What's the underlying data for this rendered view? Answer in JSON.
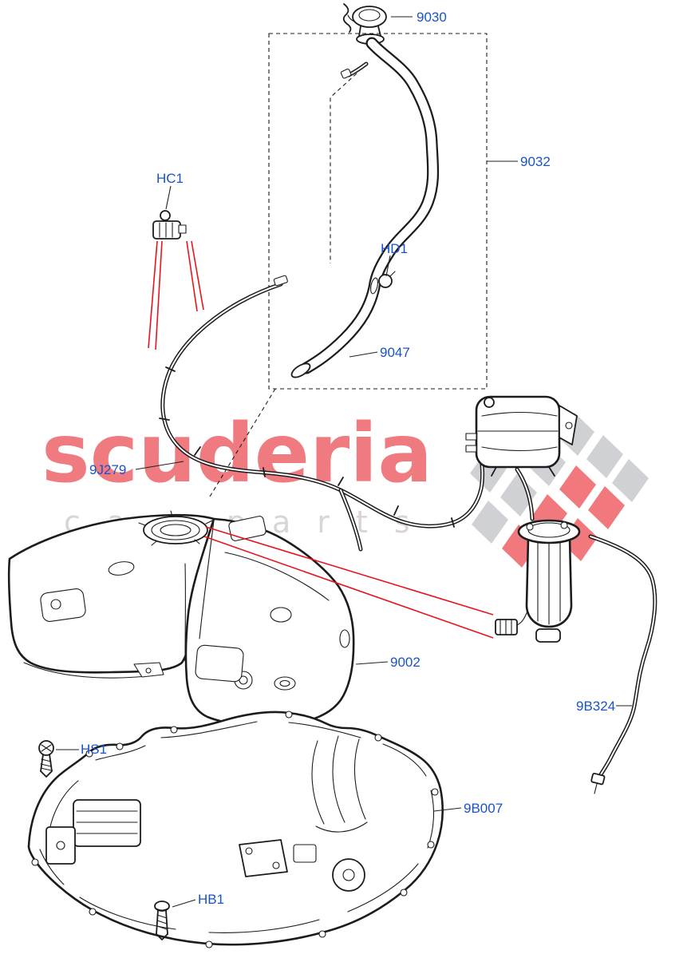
{
  "diagram": {
    "label_color": "#1a53c8",
    "line_color": "#1c1c1c",
    "red_line_color": "#e8141e",
    "labels": {
      "cap": "9030",
      "filler_pipe": "9032",
      "clip_hc1": "HC1",
      "clamp_hd1": "HD1",
      "hose": "9047",
      "fuel_line": "9J279",
      "tank": "9002",
      "vapor_pipe": "9B324",
      "shield": "9B007",
      "screw_hs1": "HS1",
      "bolt_hb1": "HB1"
    }
  },
  "watermark": {
    "title": "scuderia",
    "subtitle": "car parts",
    "title_color": "#e8363d",
    "subtitle_color": "#d6d0d0",
    "flag_gray": "#a9adb4",
    "flag_red": "#e8262e"
  }
}
